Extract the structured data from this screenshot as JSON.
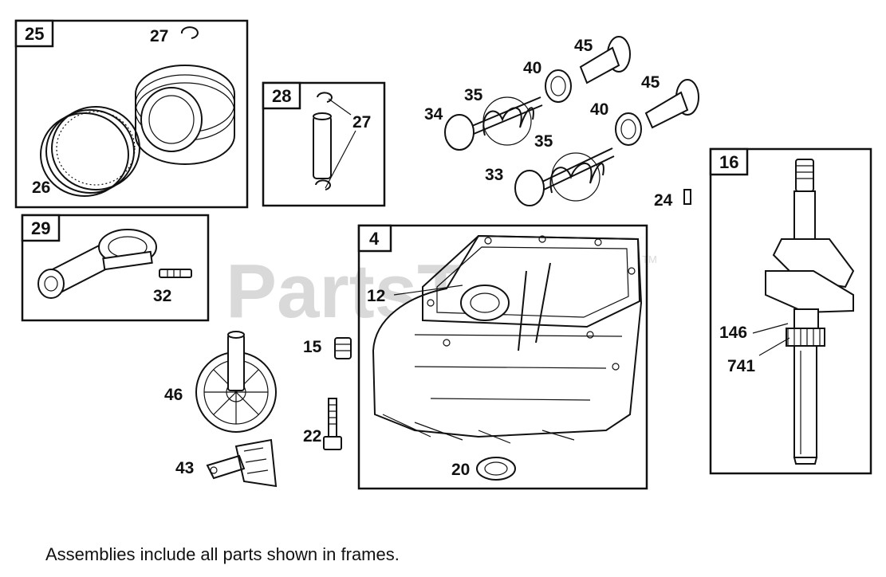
{
  "watermark": {
    "text": "PartsTree",
    "trademark": "TM"
  },
  "frames": [
    {
      "id": "25",
      "parts": [
        "26",
        "27"
      ]
    },
    {
      "id": "28",
      "parts": [
        "27"
      ]
    },
    {
      "id": "29",
      "parts": [
        "32"
      ]
    },
    {
      "id": "4",
      "parts": [
        "12"
      ]
    },
    {
      "id": "16",
      "parts": [
        "146",
        "741"
      ]
    }
  ],
  "labels": {
    "p25": "25",
    "p26": "26",
    "p27a": "27",
    "p28": "28",
    "p27b": "27",
    "p29": "29",
    "p32": "32",
    "p34": "34",
    "p35a": "35",
    "p35b": "35",
    "p33": "33",
    "p40a": "40",
    "p40b": "40",
    "p45a": "45",
    "p45b": "45",
    "p24": "24",
    "p4": "4",
    "p12": "12",
    "p15": "15",
    "p22": "22",
    "p20": "20",
    "p46": "46",
    "p43": "43",
    "p16": "16",
    "p146": "146",
    "p741": "741"
  },
  "footnote": "Assemblies include all parts shown in frames."
}
